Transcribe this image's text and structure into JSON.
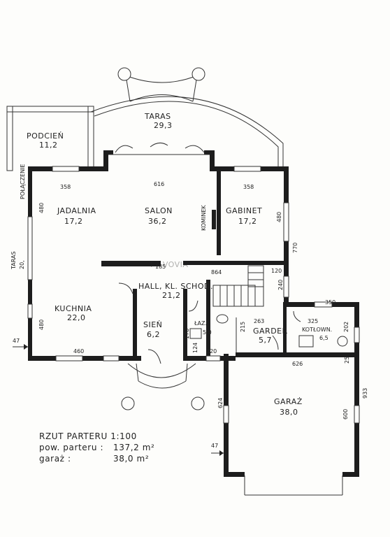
{
  "rooms": {
    "taras_top": {
      "name": "TARAS",
      "area": "29,3"
    },
    "podcien": {
      "name": "PODCIEŃ",
      "area": "11,2"
    },
    "jadalnia": {
      "name": "JADALNIA",
      "area": "17,2"
    },
    "salon": {
      "name": "SALON",
      "area": "36,2"
    },
    "gabinet": {
      "name": "GABINET",
      "area": "17,2"
    },
    "hall": {
      "name": "HALL, KL. SCHOD.",
      "area": "21,2"
    },
    "kuchnia": {
      "name": "KUCHNIA",
      "area": "22,0"
    },
    "sien": {
      "name": "SIEŃ",
      "area": "6,2"
    },
    "lazienka": {
      "name": "ŁAZ.",
      "area": "5,0"
    },
    "garder": {
      "name": "GARDER",
      "area": "5,7"
    },
    "kotlownia": {
      "name": "KOTŁOWN.",
      "area": "6,5"
    },
    "garaz": {
      "name": "GARAŻ",
      "area": "38,0"
    },
    "taras_side": {
      "name": "TARAS",
      "area": "20,"
    }
  },
  "labels": {
    "polaczenie": "POŁĄCZENIE",
    "kominek": "KOMINEK"
  },
  "dimensions": {
    "d358_left": "358",
    "d616": "616",
    "d358_right": "358",
    "d480_jad": "480",
    "d480_kuch": "480",
    "d480_gab": "480",
    "d770": "770",
    "d185": "185",
    "d864": "864",
    "d120": "120",
    "d240": "240",
    "d350": "350",
    "d263": "263",
    "d215": "215",
    "d325": "325",
    "d202": "202",
    "d178": "178",
    "d124": "124",
    "d460": "460",
    "d220": "220",
    "d626": "626",
    "d933": "933",
    "d624": "624",
    "d600": "600",
    "d25": "25",
    "d47_left": "47",
    "d47_bottom": "47"
  },
  "legend": {
    "title": "RZUT PARTERU 1:100",
    "line1_label": "pow. parteru :",
    "line1_value": "137,2 m²",
    "line2_label": "garaż :",
    "line2_value": "38,0 m²"
  },
  "watermark": "FT VOVIA"
}
